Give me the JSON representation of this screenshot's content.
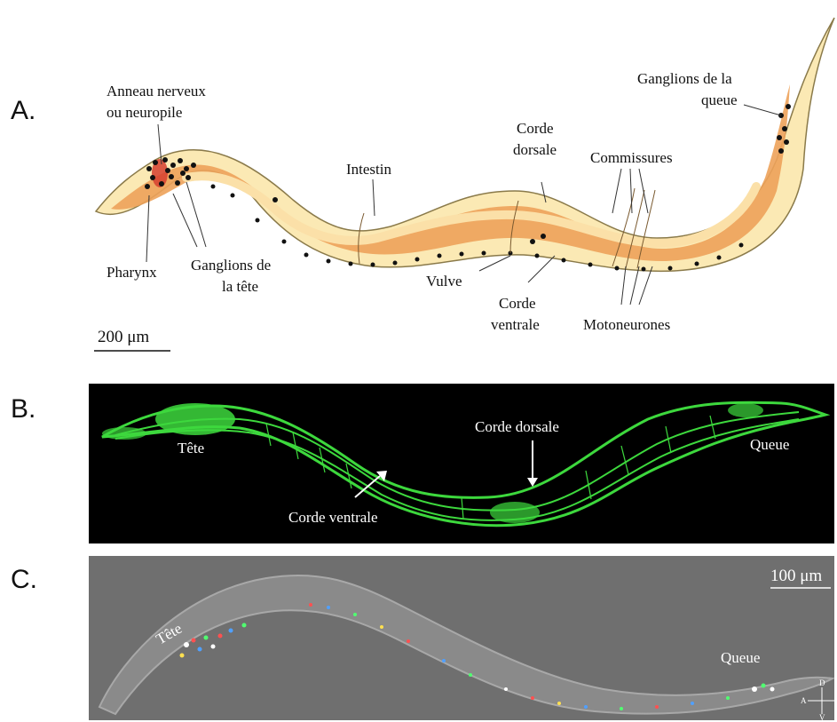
{
  "panels": {
    "a": {
      "letter": "A.",
      "labels": {
        "anneau_l1": "Anneau nerveux",
        "anneau_l2": "ou neuropile",
        "pharynx": "Pharynx",
        "ganglions_tete_l1": "Ganglions de",
        "ganglions_tete_l2": "la tête",
        "intestin": "Intestin",
        "vulve": "Vulve",
        "corde_dorsale_l1": "Corde",
        "corde_dorsale_l2": "dorsale",
        "corde_ventrale_l1": "Corde",
        "corde_ventrale_l2": "ventrale",
        "commissures": "Commissures",
        "motoneurones": "Motoneurones",
        "ganglions_queue_l1": "Ganglions de la",
        "ganglions_queue_l2": "queue"
      },
      "scale_bar": "200 μm"
    },
    "b": {
      "letter": "B.",
      "labels": {
        "tete": "Tête",
        "corde_dorsale": "Corde dorsale",
        "corde_ventrale": "Corde ventrale",
        "queue": "Queue"
      }
    },
    "c": {
      "letter": "C.",
      "labels": {
        "tete": "Tête",
        "queue": "Queue"
      },
      "scale_bar": "100 μm",
      "axes": {
        "d": "D",
        "v": "V",
        "a": "A"
      }
    }
  },
  "colors": {
    "body_outer": "#fbe9b4",
    "body_stripe": "#eda25a",
    "panel_b_bg": "#000000",
    "panel_b_worm": "#3dd83d",
    "panel_c_bg": "#6f6f6f"
  }
}
